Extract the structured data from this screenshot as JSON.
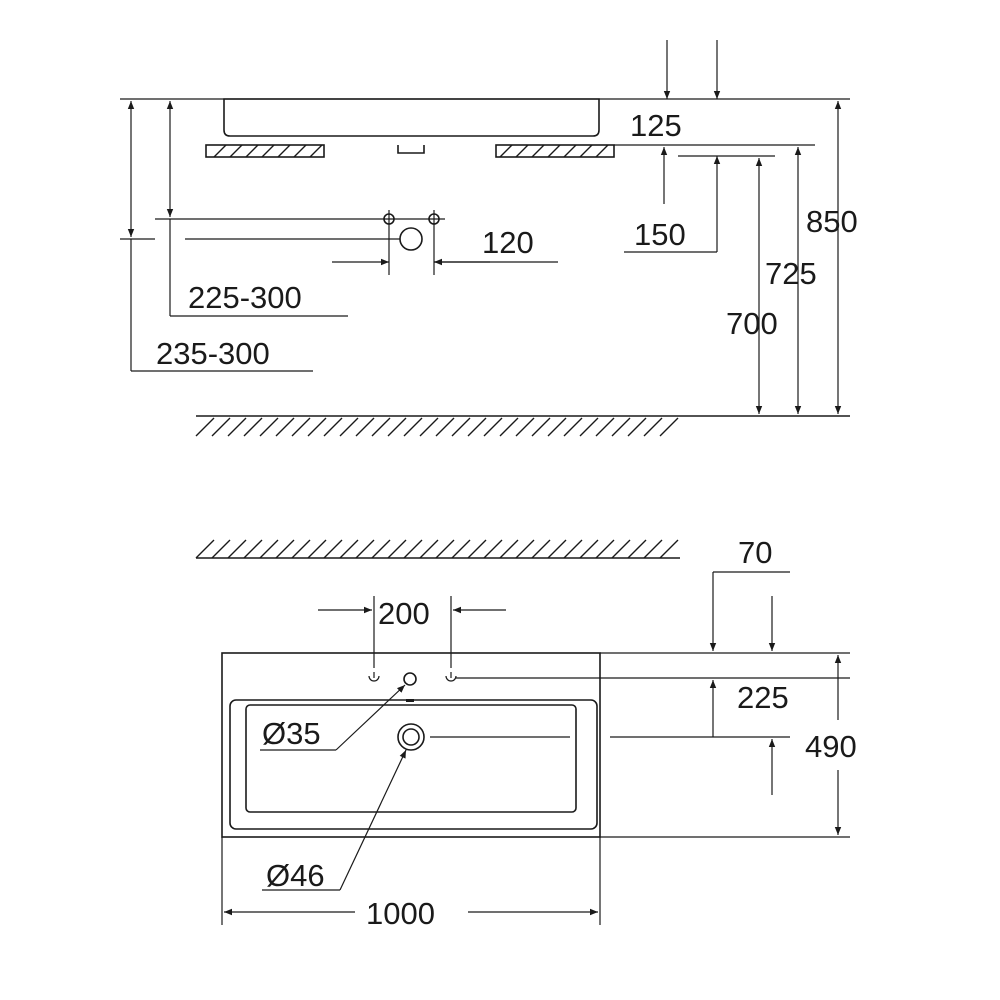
{
  "side_view": {
    "dims": {
      "d125": "125",
      "d150": "150",
      "d120": "120",
      "d850": "850",
      "d725": "725",
      "d700": "700",
      "d225_300": "225-300",
      "d235_300": "235-300"
    }
  },
  "top_view": {
    "dims": {
      "d200": "200",
      "d70": "70",
      "d225": "225",
      "d490": "490",
      "d1000": "1000",
      "dia35": "Ø35",
      "dia46": "Ø46"
    }
  }
}
